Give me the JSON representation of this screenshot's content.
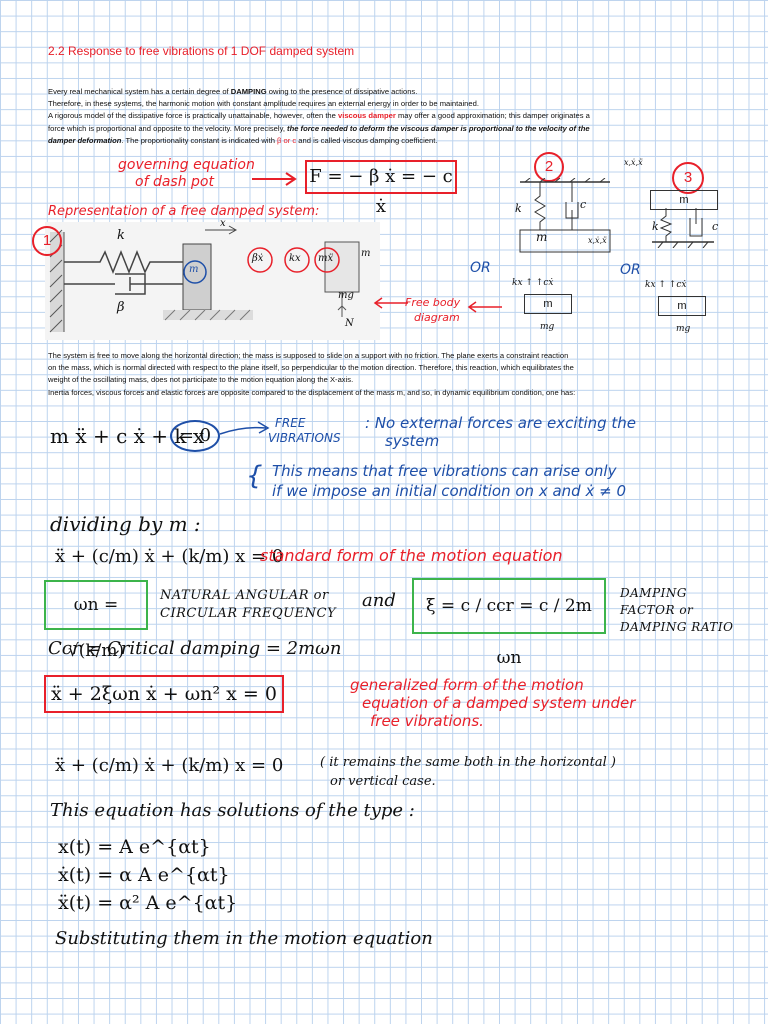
{
  "title": "2.2 Response to free vibrations of 1 DOF damped system",
  "intro": {
    "l1_pre": "Every real mechanical system has a certain degree of ",
    "l1_bold": "DAMPING",
    "l1_post": " owing to the presence of dissipative actions.",
    "l2": "Therefore, in these systems, the harmonic motion with constant amplitude requires an external energy in order to be maintained.",
    "l3_pre": "A rigorous model of the dissipative force is practically unattainable, however, often the ",
    "l3_red": "viscous damper",
    "l3_post": " may offer a good approximation; this damper originates a",
    "l4_pre": "force which is proportional and opposite to the velocity. More precisely, ",
    "l4_bold": "the force needed to deform the viscous damper is proportional to the velocity of the",
    "l5_bold": "damper deformation",
    "l5_mid": ". The proportionality constant is indicated with ",
    "l5_red": "β or c",
    "l5_post": " and is called viscous damping coefficient."
  },
  "notes": {
    "governing": "governing equation",
    "governing2": "of dash pot",
    "dashpot_eq": "F = − β ẋ = − c ẋ",
    "representation": "Representation of a free damped system:",
    "circle1": "1",
    "circle2": "2",
    "circle3": "3",
    "or1": "OR",
    "or2": "OR",
    "free_body": "Free body",
    "free_body2": "diagram",
    "fig_k": "k",
    "fig_beta": "β",
    "fig_x": "x",
    "fig_m": "m",
    "fig_mg": "mg",
    "fig_N": "N",
    "force_beta": "βẋ",
    "force_kx": "kx",
    "force_mx": "mẍ",
    "d2_k": "k",
    "d2_c": "c",
    "d2_m": "m",
    "d2_xs": "x,ẋ,ẍ",
    "d2_fb": "kx ↑ ↑cẋ",
    "d2_mg": "mg",
    "d3_m": "m",
    "d3_k": "k",
    "d3_c": "c",
    "d3_xs": "x,ẋ,ẍ",
    "d3_fb": "kx ↑ ↑cẋ",
    "d3_mg": "mg"
  },
  "para2": {
    "l1": "The system is free to move along the horizontal direction; the mass is supposed to slide on a support with no friction. The plane exerts a constraint reaction",
    "l2": "on the mass, which is normal directed with respect to the plane itself, so perpendicular to the motion direction. Therefore, this reaction, which equilibrates the",
    "l3": "weight of the oscillating mass, does not participate to the motion equation along the X-axis.",
    "l4": "Inertia forces, viscous forces and elastic forces are opposite compared to the displacement of the mass m, and so, in dynamic equilibrium condition, one has:"
  },
  "handwritten": {
    "eq1": "m ẍ + c ẋ + k x",
    "eq1_zero": "= 0",
    "free1": "FREE",
    "free2": "VIBRATIONS",
    "no_ext": ": No external forces are exciting the",
    "no_ext2": "system",
    "means1": "This means that free vibrations can arise only",
    "means2": "if we impose an initial condition on x and ẋ ≠ 0",
    "dividing": "dividing by m :",
    "eq2": "ẍ + (c/m) ẋ + (k/m) x = 0",
    "standard": "standard form of the motion equation",
    "omega": "ωn = √(k/m)",
    "natural1": "NATURAL ANGULAR or",
    "natural2": "CIRCULAR FREQUENCY",
    "and": "and",
    "xi": "ξ = c / ccr = c / 2m ωn",
    "damping1": "DAMPING",
    "damping2": "FACTOR or",
    "damping3": "DAMPING RATIO",
    "ccr": "Ccr = Critical damping = 2mωn",
    "eq3": "ẍ + 2ξωn ẋ + ωn² x = 0",
    "general1": "generalized form of the motion",
    "general2": "equation of a damped system under",
    "general3": "free vibrations.",
    "eq4": "ẍ + (c/m) ẋ + (k/m) x = 0",
    "remains1": "( it remains the same both in the horizontal )",
    "remains2": "or vertical case.",
    "solutions": "This equation has solutions of the type :",
    "sol1": "x(t) = A e^{αt}",
    "sol2": "ẋ(t) = α A e^{αt}",
    "sol3": "ẍ(t) = α² A e^{αt}",
    "substituting": "Substituting them in the motion equation"
  },
  "colors": {
    "red": "#e8202a",
    "blue": "#1e4fa8",
    "green": "#3cb44b",
    "grid": "#bcd3ee"
  }
}
